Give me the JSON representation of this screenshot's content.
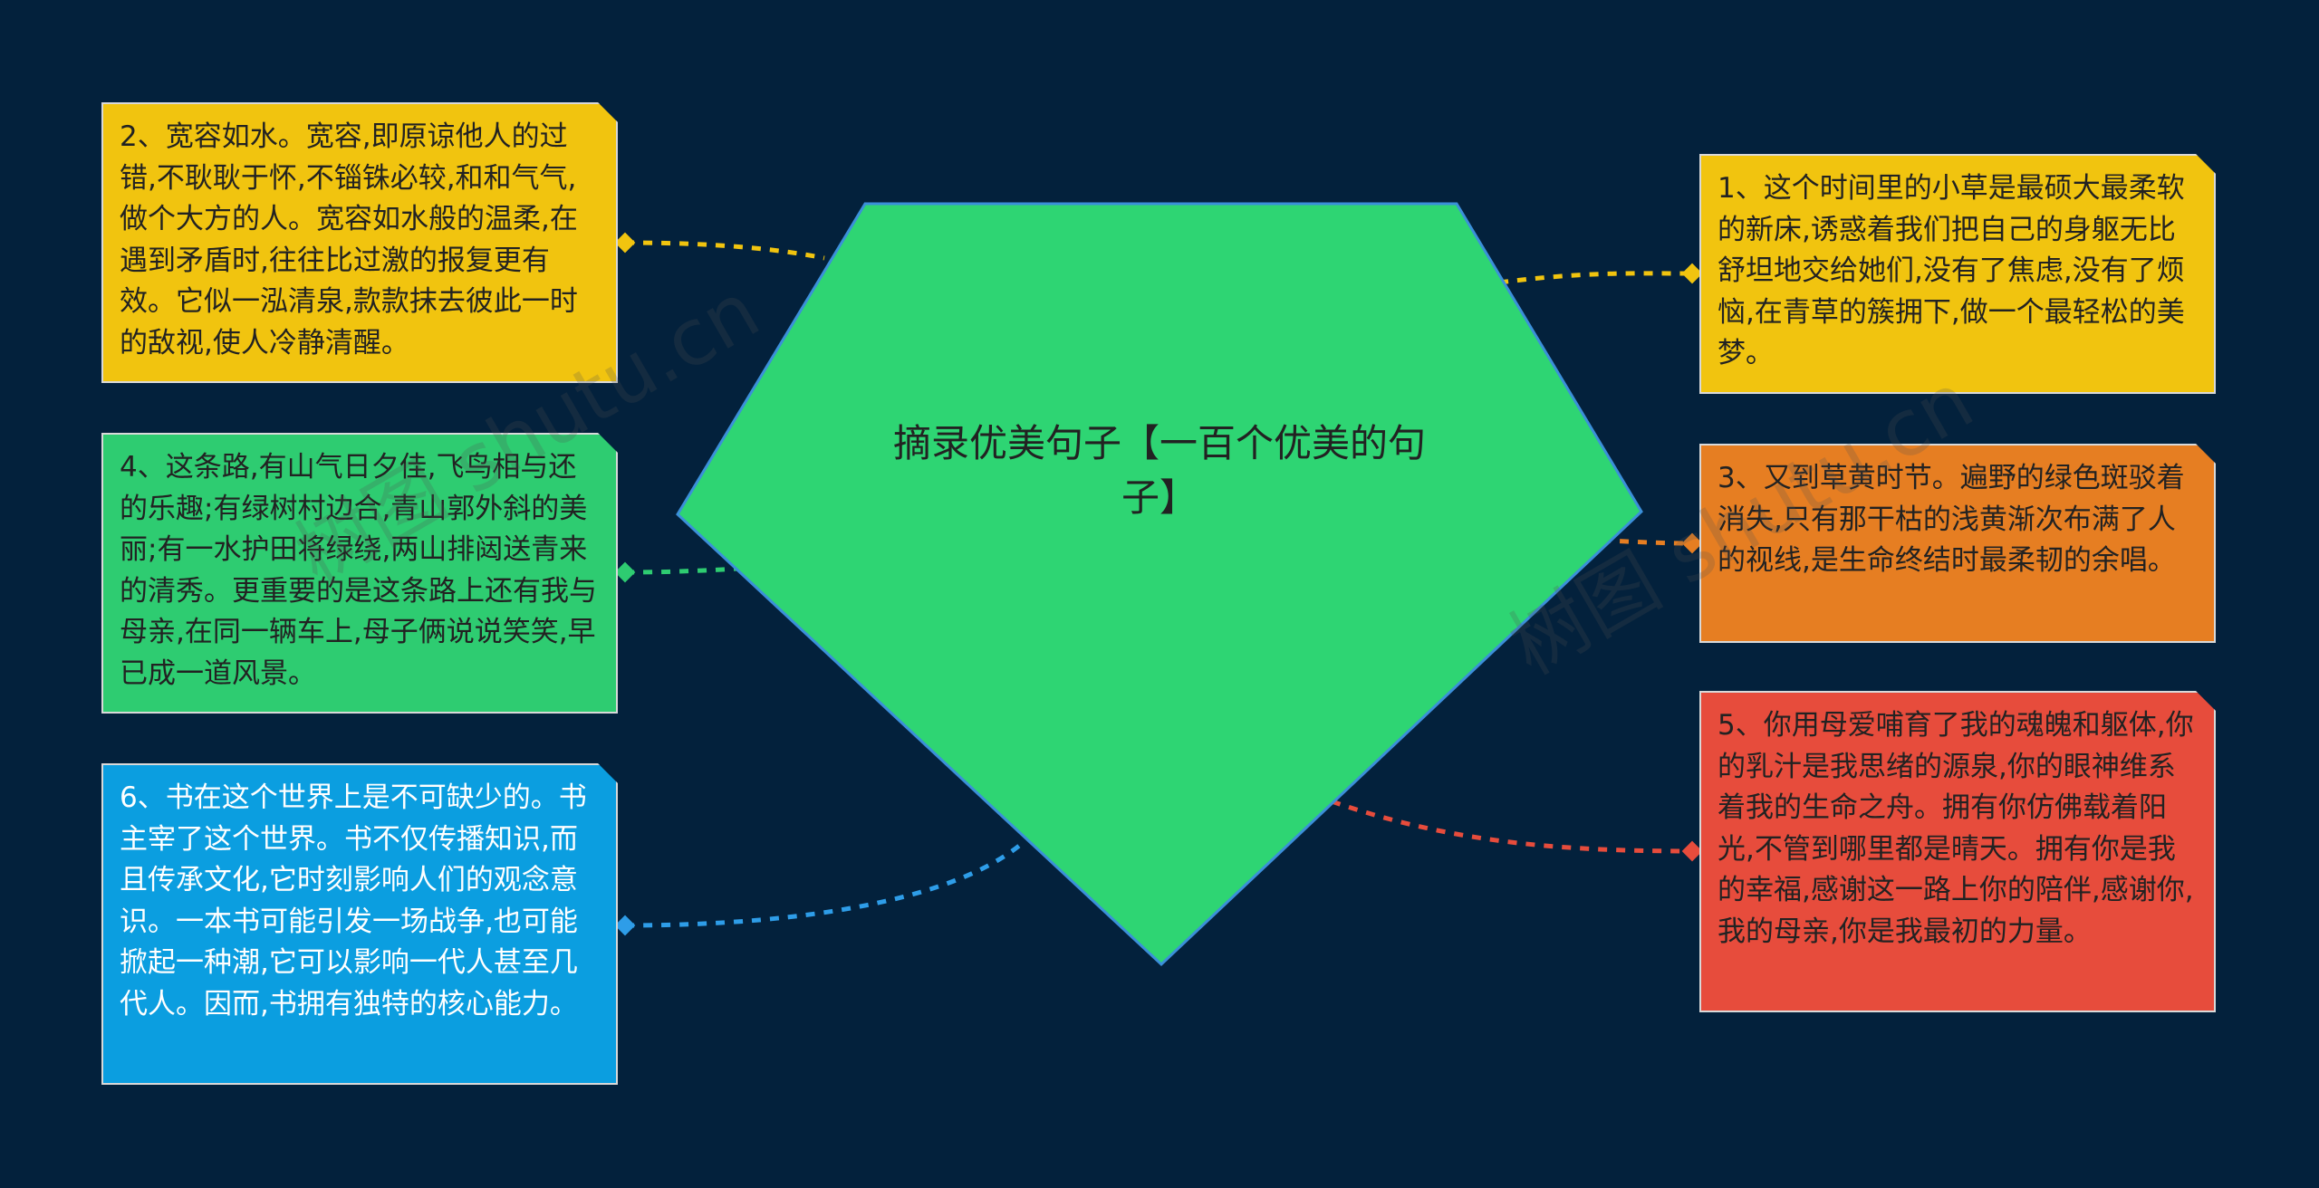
{
  "center": {
    "title": "摘录优美句子【一百个优美的句子】",
    "color": "#2ed573"
  },
  "nodes": [
    {
      "id": "n1",
      "text": "1、这个时间里的小草是最硕大最柔软的新床,诱惑着我们把自己的身躯无比舒坦地交给她们,没有了焦虑,没有了烦恼,在青草的簇拥下,做一个最轻松的美梦。",
      "color": "#f1c40f",
      "line_color": "#f1c40f"
    },
    {
      "id": "n2",
      "text": "2、宽容如水。宽容,即原谅他人的过错,不耿耿于怀,不锱铢必较,和和气气,做个大方的人。宽容如水般的温柔,在遇到矛盾时,往往比过激的报复更有效。它似一泓清泉,款款抹去彼此一时的敌视,使人冷静清醒。",
      "color": "#f1c40f",
      "line_color": "#f1c40f"
    },
    {
      "id": "n3",
      "text": "3、又到草黄时节。遍野的绿色斑驳着消失,只有那干枯的浅黄渐次布满了人的视线,是生命终结时最柔韧的余唱。",
      "color": "#e67e22",
      "line_color": "#e67e22"
    },
    {
      "id": "n4",
      "text": "4、这条路,有山气日夕佳,飞鸟相与还的乐趣;有绿树村边合,青山郭外斜的美丽;有一水护田将绿绕,两山排闼送青来的清秀。更重要的是这条路上还有我与母亲,在同一辆车上,母子俩说说笑笑,早已成一道风景。",
      "color": "#2ecc71",
      "line_color": "#2ecc71"
    },
    {
      "id": "n5",
      "text": "5、你用母爱哺育了我的魂魄和躯体,你的乳汁是我思绪的源泉,你的眼神维系着我的生命之舟。拥有你仿佛载着阳光,不管到哪里都是晴天。拥有你是我的幸福,感谢这一路上你的陪伴,感谢你,我的母亲,你是我最初的力量。",
      "color": "#e74c3c",
      "line_color": "#e74c3c"
    },
    {
      "id": "n6",
      "text": "6、书在这个世界上是不可缺少的。书主宰了这个世界。书不仅传播知识,而且传承文化,它时刻影响人们的观念意识。一本书可能引发一场战争,也可能掀起一种潮,它可以影响一代人甚至几代人。因而,书拥有独特的核心能力。",
      "color": "#0b9ee0",
      "line_color": "#2e9de8"
    }
  ],
  "watermark": {
    "text": "树图 shutu.cn"
  },
  "background": "#03213c"
}
